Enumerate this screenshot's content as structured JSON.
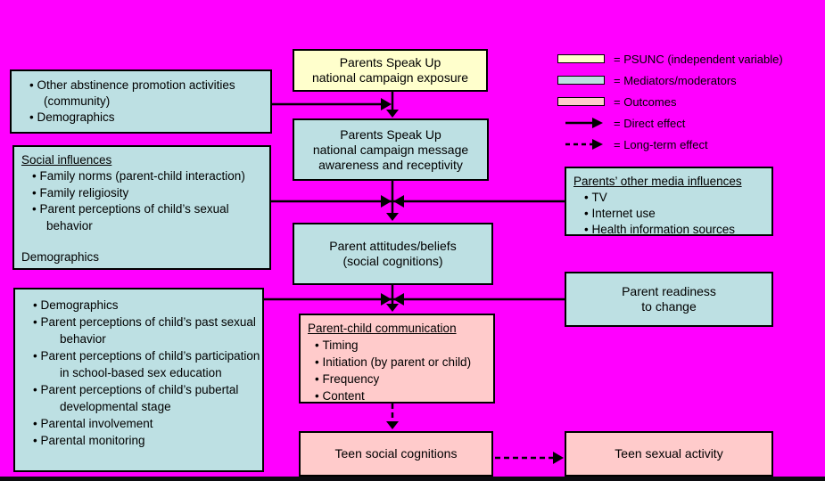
{
  "colors": {
    "background": "#FF00FF",
    "psunc": "#FFFFCC",
    "mediator": "#BDE0E3",
    "outcome": "#FFCBCB",
    "border": "#000000",
    "arrow": "#000000"
  },
  "legend": {
    "items": [
      {
        "key": "psunc-swatch",
        "label": "= PSUNC (independent variable)"
      },
      {
        "key": "mediator-swatch",
        "label": "= Mediators/moderators"
      },
      {
        "key": "outcome-swatch",
        "label": "= Outcomes"
      },
      {
        "key": "direct-effect-arrow",
        "label": "= Direct effect"
      },
      {
        "key": "long-term-effect-arrow",
        "label": "= Long-term effect"
      }
    ]
  },
  "boxes": {
    "exposure": {
      "lines": [
        "Parents Speak Up",
        "national campaign exposure"
      ]
    },
    "awareness": {
      "lines": [
        "Parents Speak Up",
        "national campaign message",
        "awareness and receptivity"
      ]
    },
    "attitudes": {
      "lines": [
        "Parent attitudes/beliefs",
        "(social cognitions)"
      ]
    },
    "communication": {
      "title": "Parent-child communication",
      "bullets": [
        "Timing",
        "Initiation (by parent or child)",
        "Frequency",
        "Content"
      ]
    },
    "teen_social": {
      "label": "Teen social cognitions"
    },
    "teen_sexual": {
      "label": "Teen sexual activity"
    },
    "left_top": {
      "bullets": [
        "Other abstinence promotion activities (community)",
        "Demographics"
      ]
    },
    "social_influences": {
      "title": "Social influences",
      "bullets": [
        "Family norms (parent-child interaction)",
        "Family religiosity",
        "Parent perceptions of child’s sexual behavior"
      ],
      "footer": "Demographics"
    },
    "left_bottom": {
      "bullets": [
        "Demographics",
        "Parent perceptions of child’s past sexual behavior",
        "Parent perceptions of child’s participation in school-based sex education",
        "Parent perceptions of child’s pubertal developmental stage",
        "Parental involvement",
        "Parental monitoring"
      ]
    },
    "media": {
      "title": "Parents’ other media influences",
      "bullets": [
        "TV",
        "Internet use",
        "Health information sources"
      ]
    },
    "readiness": {
      "lines": [
        "Parent readiness",
        "to change"
      ]
    }
  }
}
